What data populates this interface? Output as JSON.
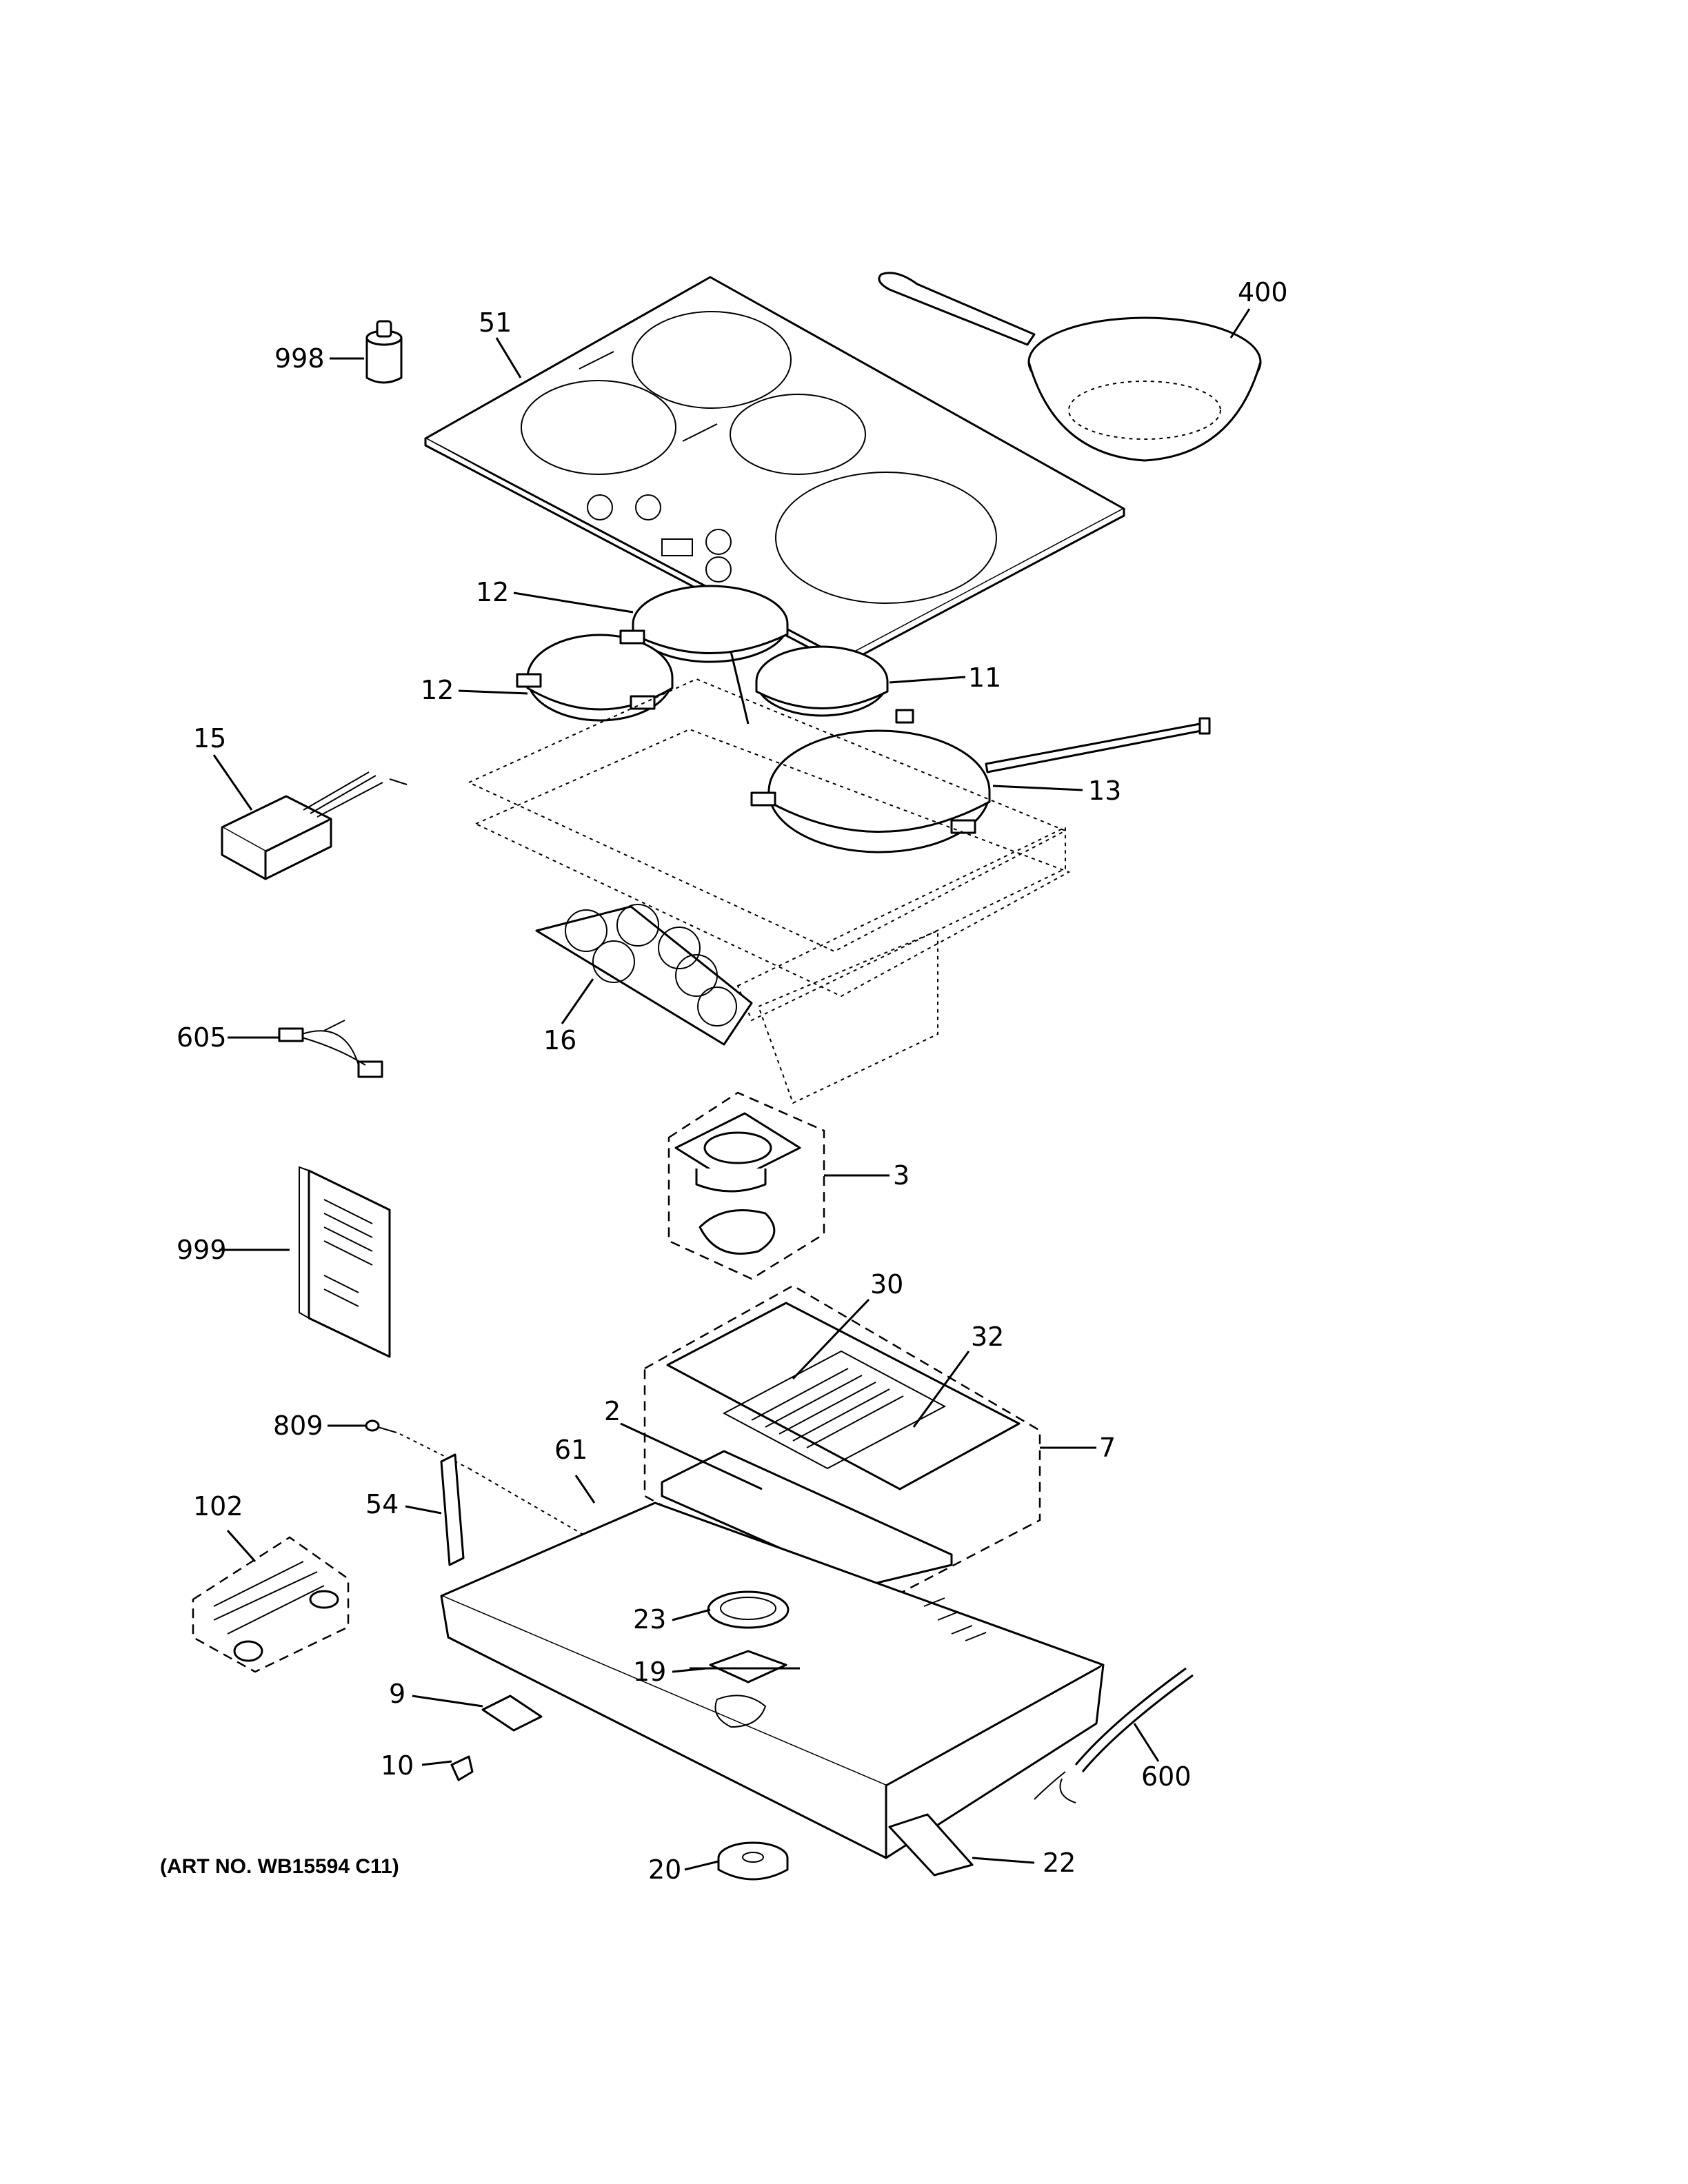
{
  "art_number": "(ART NO. WB15594 C11)",
  "callouts": {
    "c998": "998",
    "c51": "51",
    "c400": "400",
    "c12a": "12",
    "c12b": "12",
    "c11": "11",
    "c15": "15",
    "c13": "13",
    "c16": "16",
    "c605": "605",
    "c3": "3",
    "c999": "999",
    "c30": "30",
    "c32": "32",
    "c809": "809",
    "c2": "2",
    "c61": "61",
    "c7": "7",
    "c54": "54",
    "c102": "102",
    "c23": "23",
    "c19": "19",
    "c9": "9",
    "c10": "10",
    "c600": "600",
    "c20": "20",
    "c22": "22"
  }
}
